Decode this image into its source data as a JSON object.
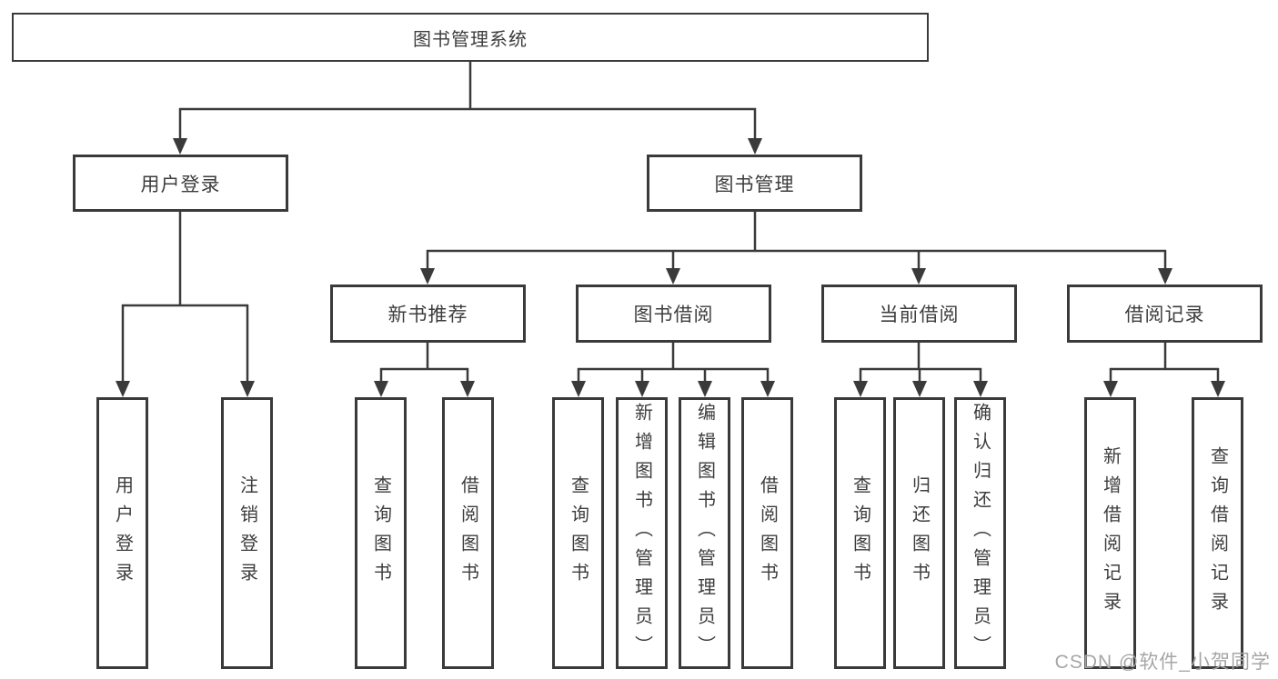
{
  "tree": {
    "root": "图书管理系统",
    "branches": [
      {
        "label": "用户登录",
        "children": [
          "用户登录",
          "注销登录"
        ]
      },
      {
        "label": "图书管理",
        "modules": [
          {
            "label": "新书推荐",
            "children": [
              "查询图书",
              "借阅图书"
            ]
          },
          {
            "label": "图书借阅",
            "children": [
              "查询图书",
              "新增图书（管理员）",
              "编辑图书（管理员）",
              "借阅图书"
            ]
          },
          {
            "label": "当前借阅",
            "children": [
              "查询图书",
              "归还图书",
              "确认归还（管理员）"
            ]
          },
          {
            "label": "借阅记录",
            "children": [
              "新增借阅记录",
              "查询借阅记录"
            ]
          }
        ]
      }
    ]
  },
  "watermark": "CSDN @软件_小贺同学",
  "colors": {
    "line": "#3a3a3a",
    "box_border": "#3a3a3a",
    "text": "#3d3d3d",
    "watermark": "#a6a6a6",
    "background": "#ffffff"
  }
}
